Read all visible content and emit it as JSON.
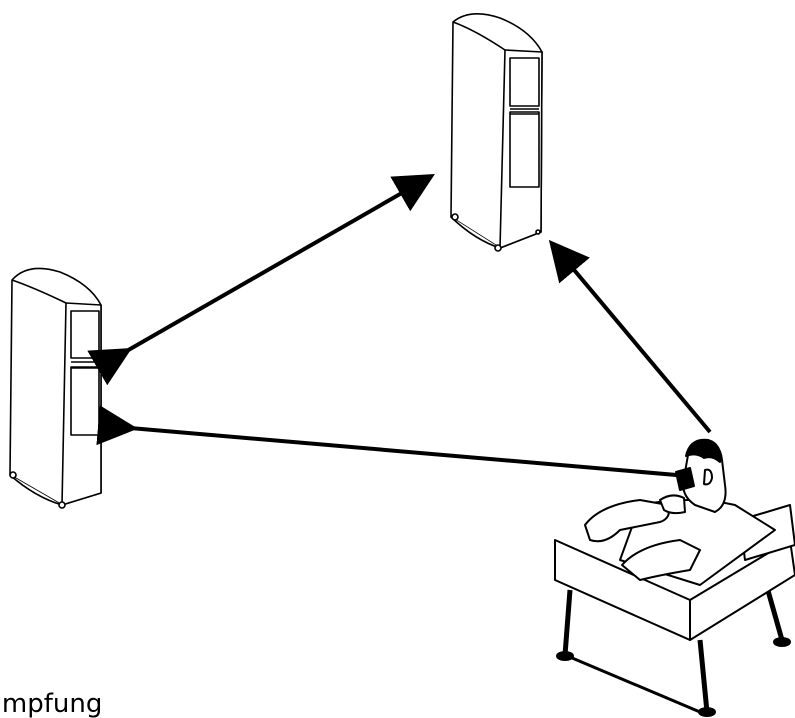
{
  "caption_text": "ämpfung",
  "colors": {
    "background": "#ffffff",
    "ink": "#000000"
  },
  "figures": {
    "left_speaker": "floorstanding-speaker",
    "right_speaker": "floorstanding-speaker",
    "listener": "seated-listener-in-armchair"
  }
}
